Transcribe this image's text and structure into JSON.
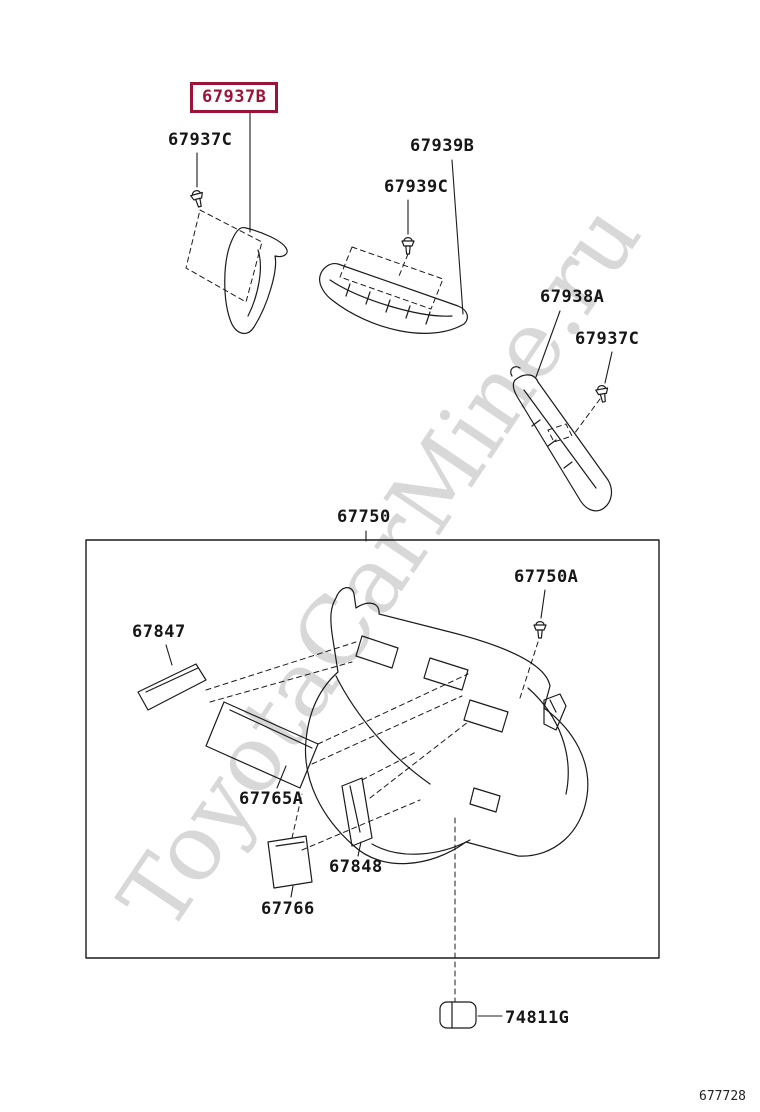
{
  "diagram": {
    "watermark": "ToyotaCarMine.ru",
    "figure_code": "677728",
    "highlight_color": "#9b1438",
    "parts": {
      "b67937": "67937B",
      "c67937_top": "67937C",
      "b67939": "67939B",
      "c67939": "67939C",
      "a67938": "67938A",
      "c67937_side": "67937C",
      "n67750": "67750",
      "a67750": "67750A",
      "n67847": "67847",
      "a67765": "67765A",
      "n67848": "67848",
      "n67766": "67766",
      "g74811": "74811G"
    }
  }
}
